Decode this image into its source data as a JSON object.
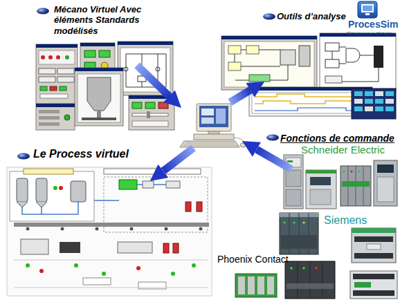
{
  "diagram": {
    "nodes": [
      {
        "text": [
          "Mécano Virtuel Avec éléments Standards modélisés"
        ]
      },
      {
        "text": [
          "Outils d’analyse"
        ]
      },
      {
        "text": []
      },
      {
        "text": [
          "Fonctions de commande"
        ]
      },
      {
        "text": [
          "Le Process virtuel"
        ]
      }
    ],
    "edges": [
      {
        "from": 0,
        "to": 2,
        "arrow": "to"
      },
      {
        "from": 2,
        "to": 1,
        "arrow": "to"
      },
      {
        "from": 3,
        "to": 2,
        "arrow": "to"
      },
      {
        "from": 2,
        "to": 4,
        "arrow": "to"
      }
    ],
    "labels": [
      "ProcesSim",
      "Simuler pour stimuler",
      "Schneider Electric",
      "Siemens",
      "Phoenix Contact"
    ]
  }
}
